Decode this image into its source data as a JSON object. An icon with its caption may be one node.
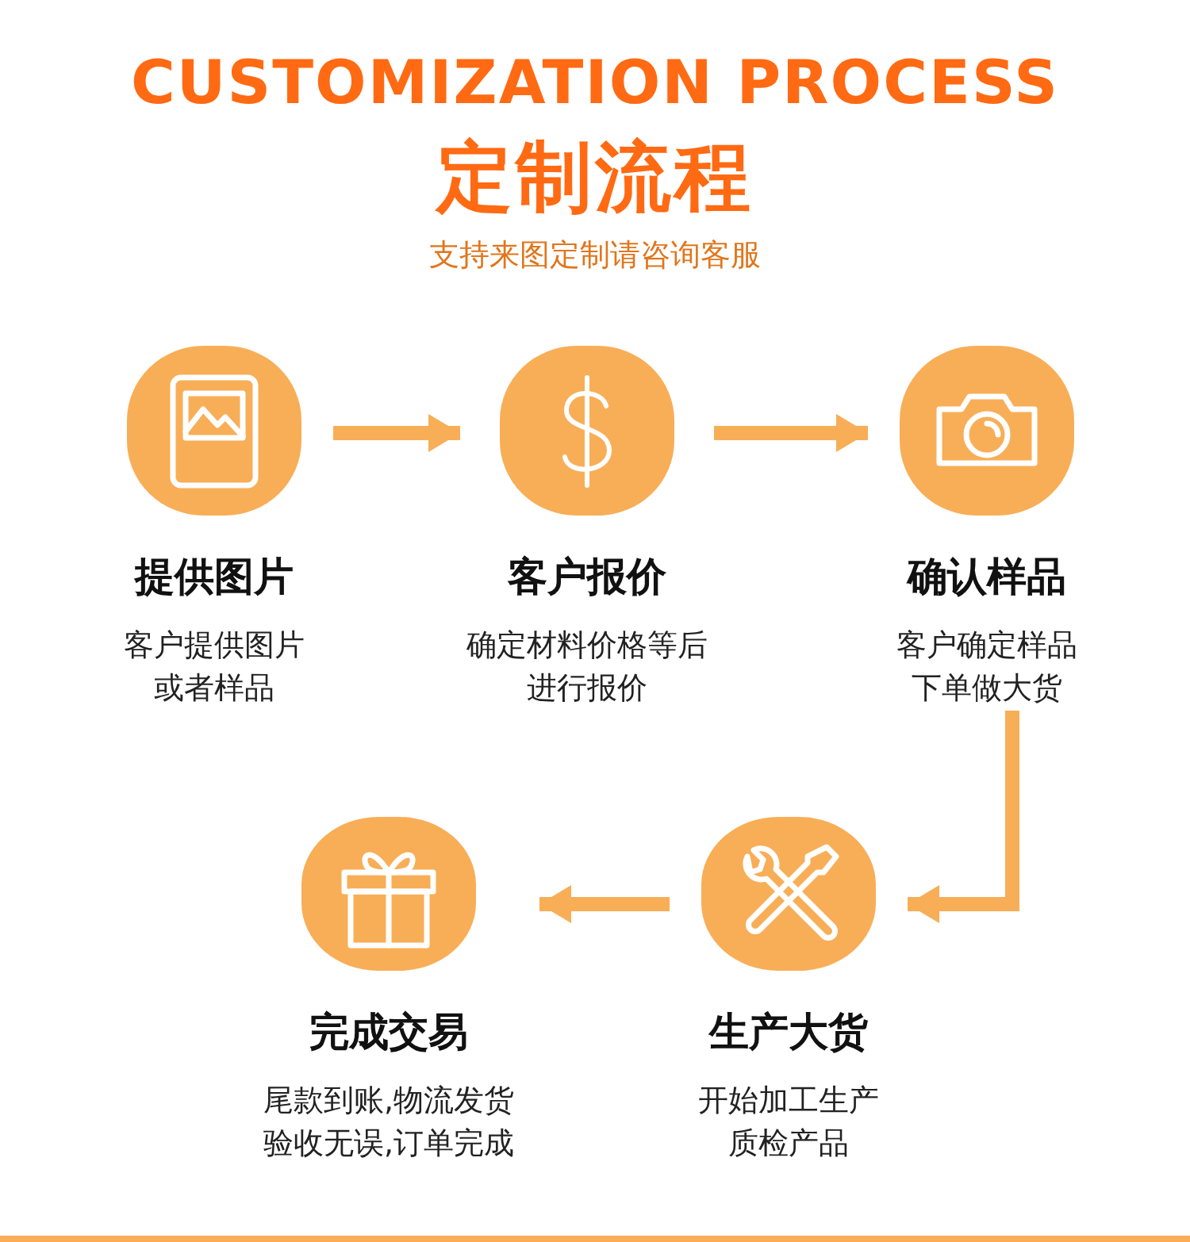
{
  "diagram": {
    "title": "CUSTOMIZATION PROCESS",
    "nodes": [
      {
        "text": [
          "提供图片",
          "客户提供图片或者样品"
        ]
      },
      {
        "text": [
          "客户报价",
          "确定材料价格等后进行报价"
        ]
      },
      {
        "text": [
          "确认样品",
          "客户确定样品下单做大货"
        ]
      },
      {
        "text": [
          "生产大货",
          "开始加工生产质检产品"
        ]
      },
      {
        "text": [
          "完成交易",
          "尾款到账,物流发货验收无误,订单完成"
        ]
      }
    ],
    "edges": [
      {
        "from": 0,
        "to": 1,
        "arrow": "to"
      },
      {
        "from": 1,
        "to": 2,
        "arrow": "to"
      },
      {
        "from": 2,
        "to": 3,
        "arrow": "to"
      },
      {
        "from": 3,
        "to": 4,
        "arrow": "to"
      }
    ],
    "labels": [
      "定制流程",
      "支持来图定制请咨询客服"
    ]
  }
}
